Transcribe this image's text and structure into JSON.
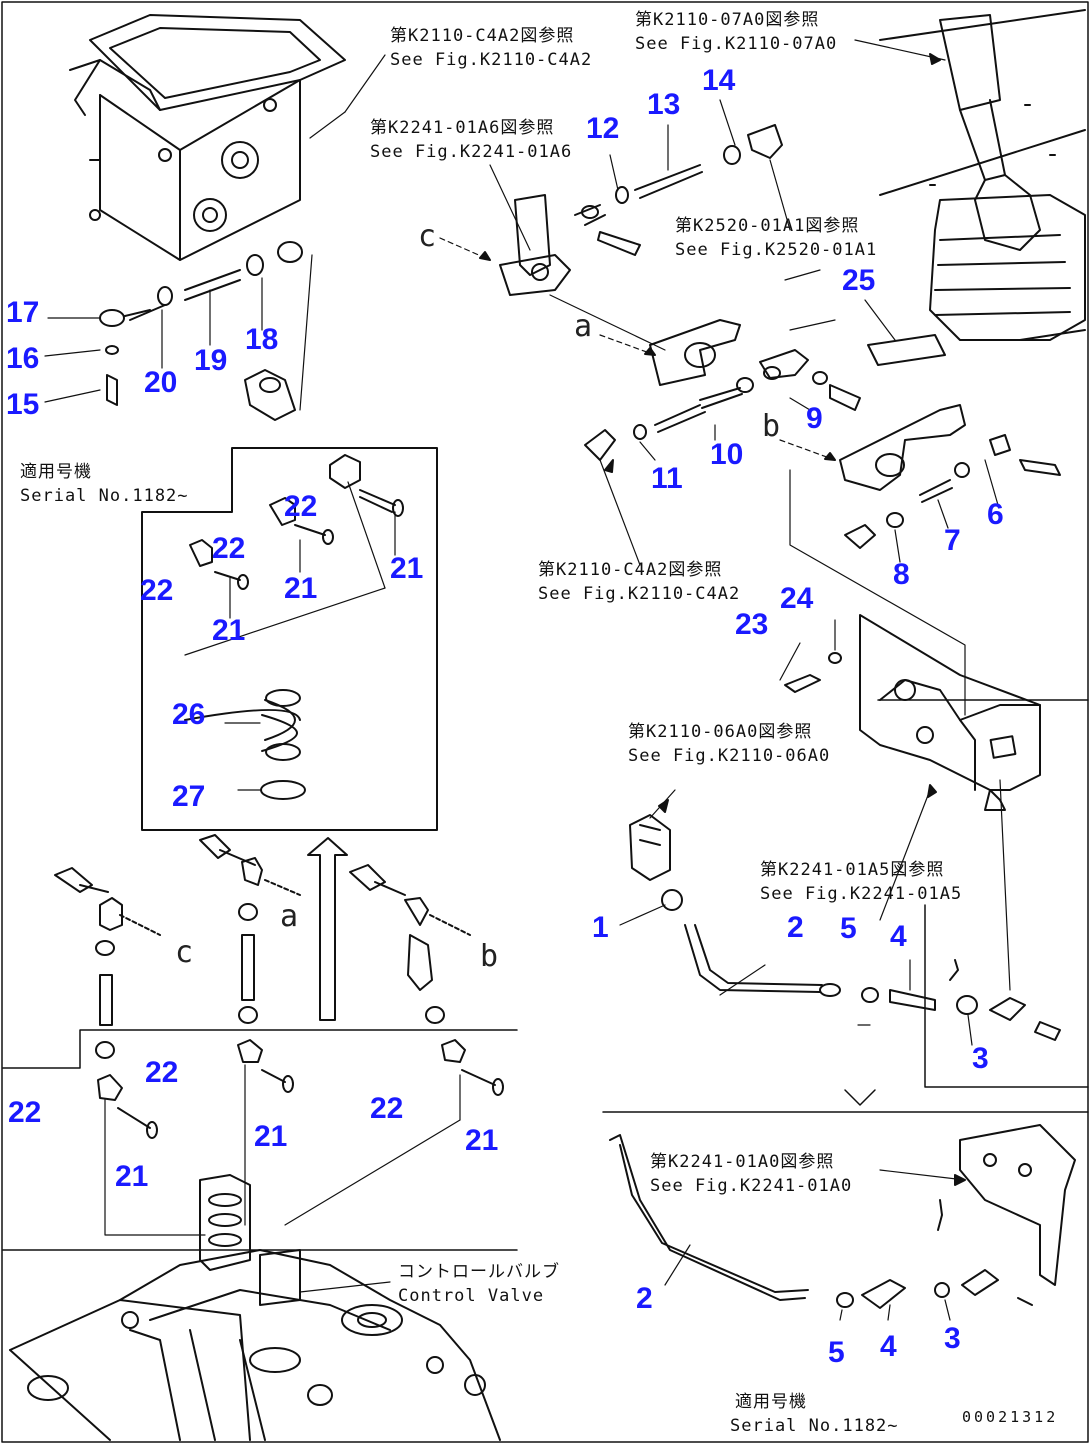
{
  "diagram": {
    "drawing_code": "00021312",
    "references": {
      "ref_topleft_jp": "第K2110-C4A2図参照",
      "ref_topleft_en": "See Fig.K2110-C4A2",
      "ref_top_jp": "第K2110-07A0図参照",
      "ref_top_en": "See Fig.K2110-07A0",
      "ref_k2241_jp": "第K2241-01A6図参照",
      "ref_k2241_en": "See Fig.K2241-01A6",
      "ref_k2520_jp": "第K2520-01A1図参照",
      "ref_k2520_en": "See Fig.K2520-01A1",
      "ref_mid_jp": "第K2110-C4A2図参照",
      "ref_mid_en": "See Fig.K2110-C4A2",
      "ref_k2110_06_jp": "第K2110-06A0図参照",
      "ref_k2110_06_en": "See Fig.K2110-06A0",
      "ref_k2241_a5_jp": "第K2241-01A5図参照",
      "ref_k2241_a5_en": "See Fig.K2241-01A5",
      "ref_k2241_a0_jp": "第K2241-01A0図参照",
      "ref_k2241_a0_en": "See Fig.K2241-01A0",
      "control_valve_jp": "コントロールバルブ",
      "control_valve_en": "Control Valve",
      "serial_jp_1": "適用号機",
      "serial_en_1": "Serial No.1182~",
      "serial_jp_2": "適用号機",
      "serial_en_2": "Serial No.1182~"
    },
    "view_letters": {
      "c_top": "c",
      "a_mid": "a",
      "b_right": "b",
      "a_low": "a",
      "c_low": "c",
      "b_low": "b"
    },
    "callouts": {
      "p1": "1",
      "p2a": "2",
      "p2b": "2",
      "p3a": "3",
      "p3b": "3",
      "p4a": "4",
      "p4b": "4",
      "p5a": "5",
      "p5b": "5",
      "p6": "6",
      "p7": "7",
      "p8": "8",
      "p9": "9",
      "p10": "10",
      "p11": "11",
      "p12": "12",
      "p13": "13",
      "p14": "14",
      "p15": "15",
      "p16": "16",
      "p17": "17",
      "p18": "18",
      "p19": "19",
      "p20": "20",
      "p21a": "21",
      "p21b": "21",
      "p21c": "21",
      "p21d": "21",
      "p21e": "21",
      "p21f": "21",
      "p22a": "22",
      "p22b": "22",
      "p22c": "22",
      "p22d": "22",
      "p22e": "22",
      "p22f": "22",
      "p23": "23",
      "p24": "24",
      "p25": "25",
      "p26": "26",
      "p27": "27"
    }
  }
}
